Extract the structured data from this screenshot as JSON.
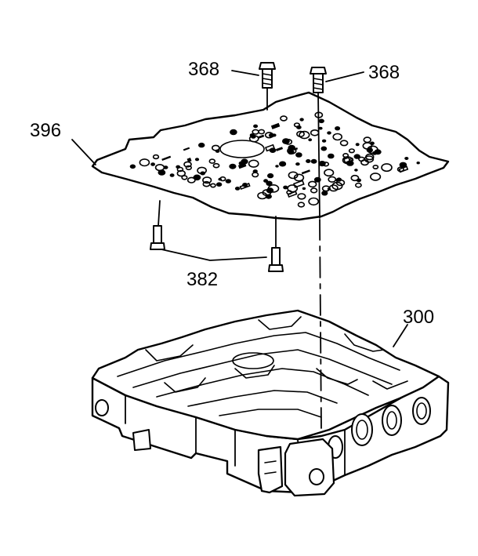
{
  "callouts": {
    "bolt_left": "368",
    "bolt_right": "368",
    "spacer_plate": "396",
    "bolts_lower": "382",
    "valve_body": "300"
  }
}
